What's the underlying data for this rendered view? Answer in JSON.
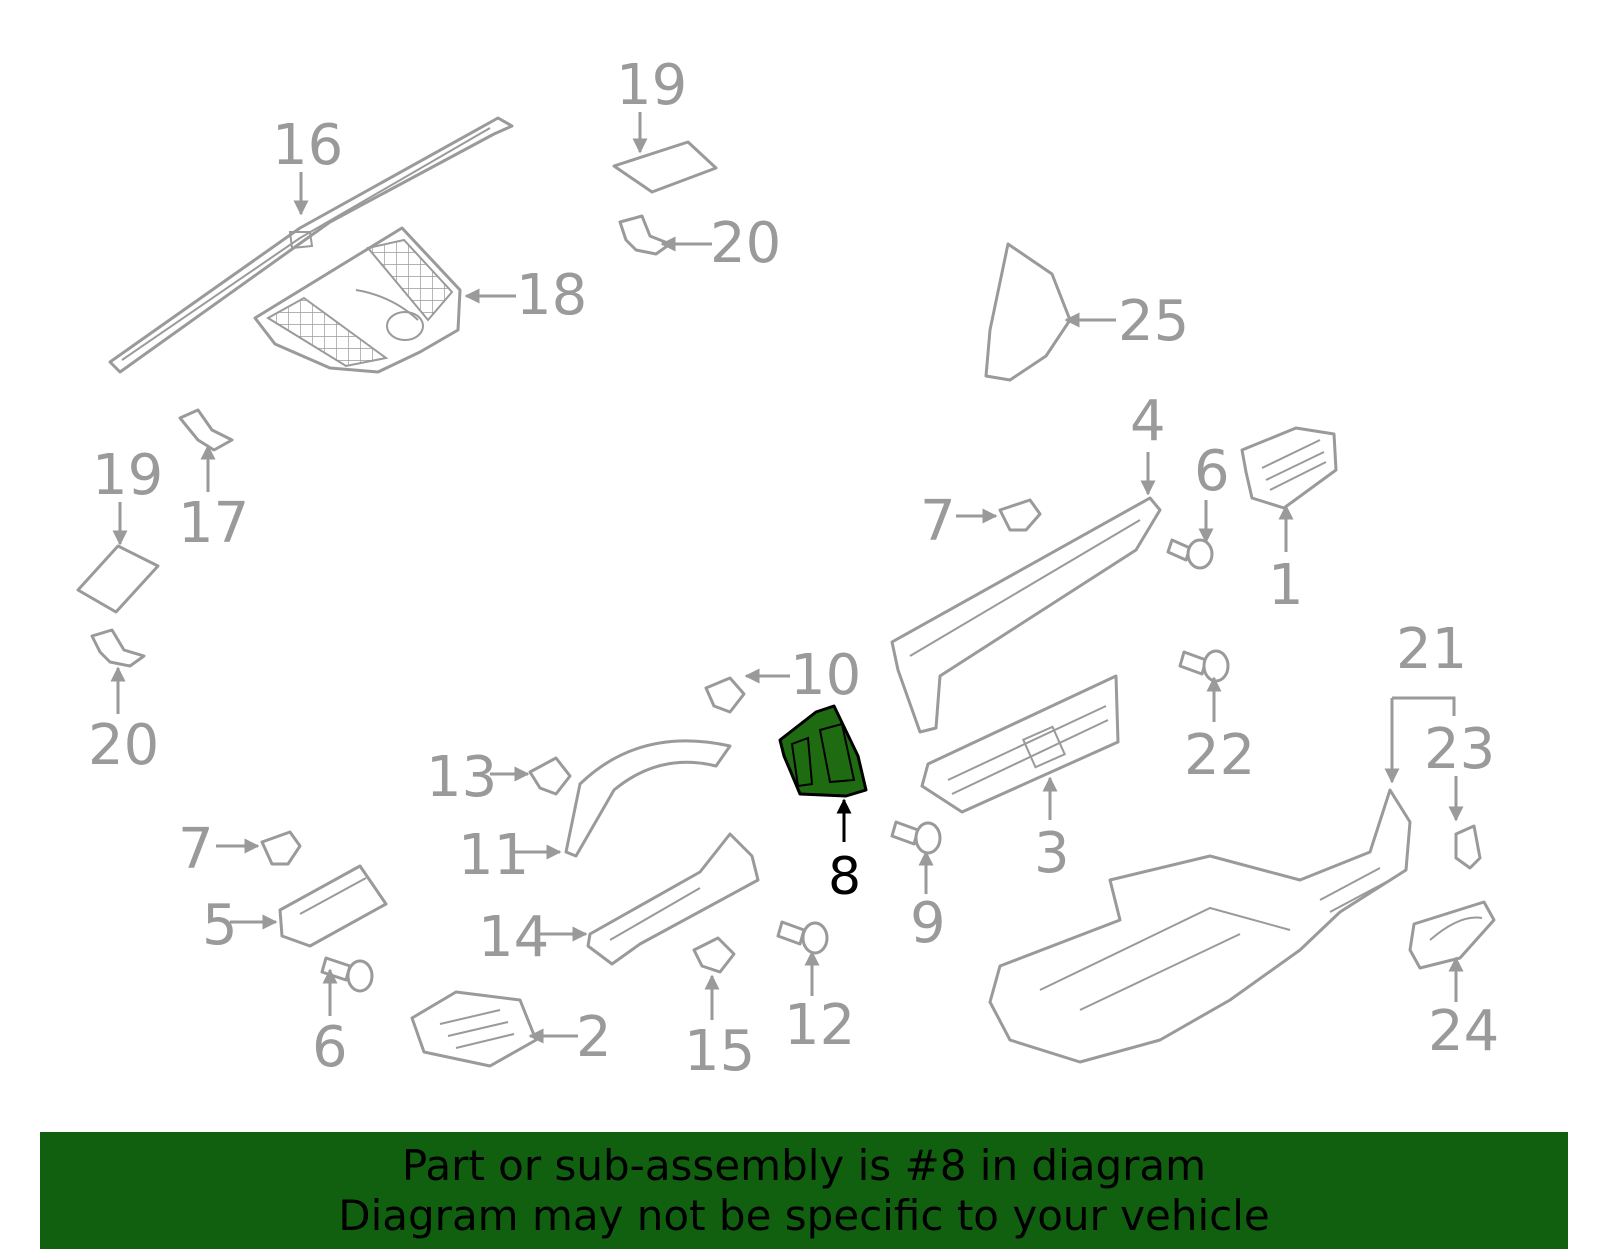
{
  "labels": {
    "p1": "1",
    "p2": "2",
    "p3": "3",
    "p4": "4",
    "p5": "5",
    "p6a": "6",
    "p6b": "6",
    "p7a": "7",
    "p7b": "7",
    "p8": "8",
    "p9": "9",
    "p10": "10",
    "p11": "11",
    "p12": "12",
    "p13": "13",
    "p14": "14",
    "p15": "15",
    "p16": "16",
    "p17": "17",
    "p18": "18",
    "p19a": "19",
    "p19b": "19",
    "p20a": "20",
    "p20b": "20",
    "p21": "21",
    "p22": "22",
    "p23": "23",
    "p24": "24",
    "p25": "25"
  },
  "highlighted_part": "8",
  "banner": {
    "line1": "Part or sub-assembly is #8 in diagram",
    "line2": "Diagram may not be specific to your vehicle"
  },
  "colors": {
    "part_outline": "#9a9a9a",
    "highlight_fill": "#1e6b12",
    "banner_background": "#106010",
    "banner_text": "#000000"
  }
}
